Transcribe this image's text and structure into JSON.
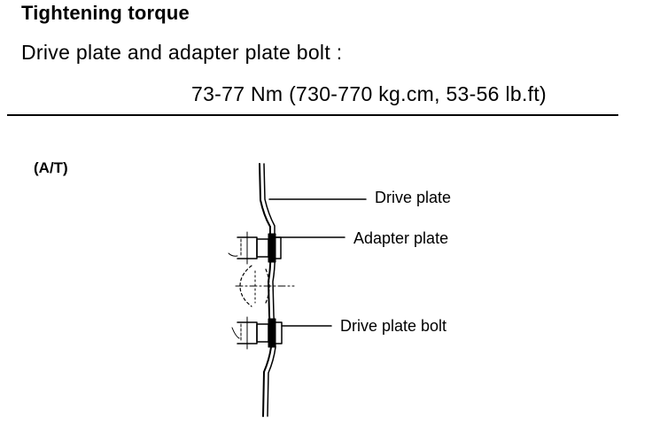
{
  "header": {
    "title": "Tightening torque"
  },
  "spec": {
    "label": "Drive plate and adapter plate bolt :",
    "value": "73-77 Nm (730-770 kg.cm, 53-56 lb.ft)"
  },
  "figure": {
    "variant_tag": "(A/T)",
    "callouts": {
      "drive_plate": "Drive plate",
      "adapter_plate": "Adapter plate",
      "drive_plate_bolt": "Drive plate bolt"
    }
  }
}
